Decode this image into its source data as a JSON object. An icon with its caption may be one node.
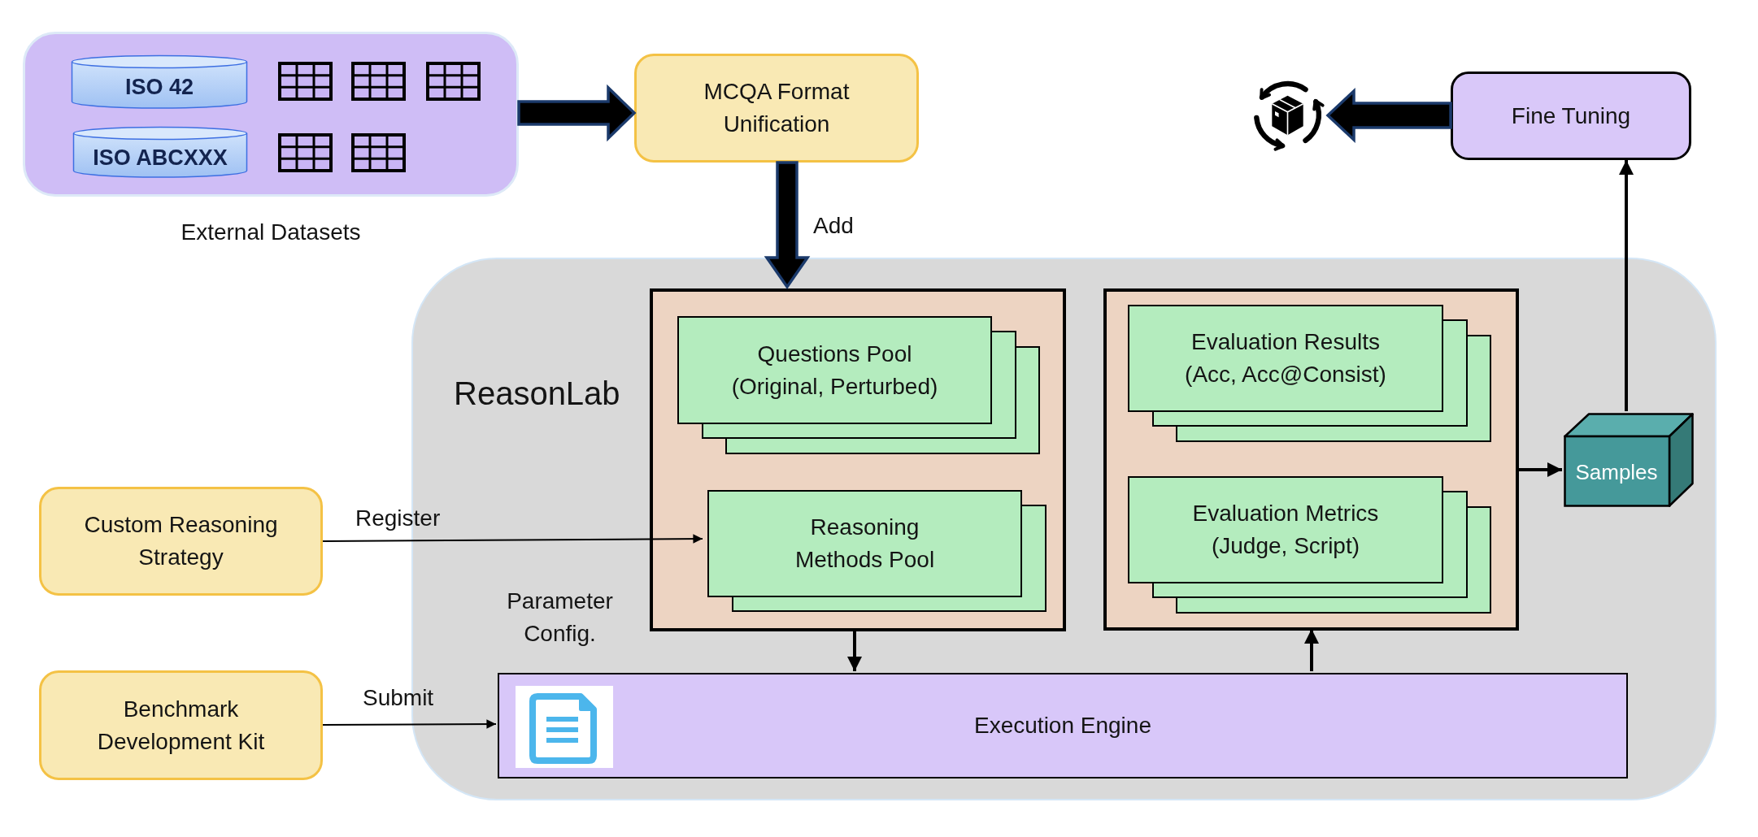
{
  "diagram": {
    "nodes": [
      {
        "text": [
          "External Datasets"
        ]
      },
      {
        "text": [
          "ISO 42"
        ],
        "in": 0
      },
      {
        "text": [
          "ISO ABCXXX"
        ],
        "in": 0
      },
      {
        "text": [
          "MCQA Format Unification"
        ]
      },
      {
        "text": [
          "ReasonLab"
        ]
      },
      {
        "text": [],
        "shape": "box",
        "in": 4
      },
      {
        "text": [
          "Questions Pool (Original, Perturbed)"
        ],
        "in": 5
      },
      {
        "text": [
          "Reasoning Methods Pool"
        ],
        "in": 5
      },
      {
        "text": [],
        "shape": "box",
        "in": 4
      },
      {
        "text": [
          "Evaluation Results (Acc, Acc@Consist)"
        ],
        "in": 8
      },
      {
        "text": [
          "Evaluation Metrics (Judge, Script)"
        ],
        "in": 8
      },
      {
        "text": [
          "Samples"
        ],
        "in": 4
      },
      {
        "text": [
          "Execution Engine"
        ],
        "in": 4
      },
      {
        "text": [
          "Fine Tuning"
        ]
      },
      {
        "text": [],
        "shape": "picture"
      },
      {
        "text": [
          "Custom Reasoning Strategy"
        ]
      },
      {
        "text": [
          "Benchmark Development Kit"
        ]
      }
    ],
    "edges": [
      {
        "from": 0,
        "to": 3,
        "arrow": "to",
        "style": "thick"
      },
      {
        "from": 3,
        "to": 5,
        "arrow": "to",
        "label": "Add",
        "style": "thick"
      },
      {
        "from": 15,
        "to": 7,
        "arrow": "to",
        "label": "Register"
      },
      {
        "from": 16,
        "to": 12,
        "arrow": "to",
        "label": "Submit"
      },
      {
        "from": 5,
        "to": 12,
        "arrow": "to"
      },
      {
        "from": 12,
        "to": 8,
        "arrow": "to"
      },
      {
        "from": 8,
        "to": 11,
        "arrow": "to"
      },
      {
        "from": 11,
        "to": 13,
        "arrow": "to"
      },
      {
        "from": 13,
        "to": 14,
        "arrow": "to",
        "style": "thick"
      }
    ],
    "labels": [
      "Parameter Config."
    ]
  }
}
